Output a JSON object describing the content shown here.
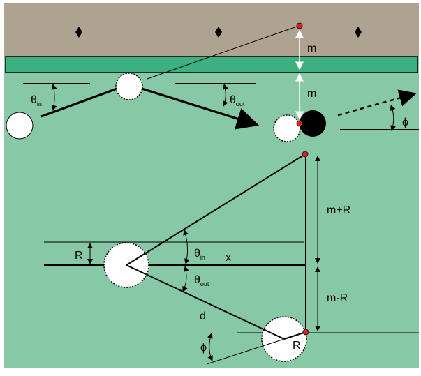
{
  "colors": {
    "rail": "#aea290",
    "cushion": "#3cb07e",
    "cloth": "#87c9a6",
    "accent_dot": "#e02020"
  },
  "labels": {
    "m_upper": "m",
    "m_lower": "m",
    "theta": "θ",
    "sub_in": "in",
    "sub_out": "out",
    "phi": "ϕ",
    "m_plus_r": "m+R",
    "m_minus_r": "m-R",
    "r_left": "R",
    "r_right": "R",
    "x": "x",
    "d": "d"
  }
}
